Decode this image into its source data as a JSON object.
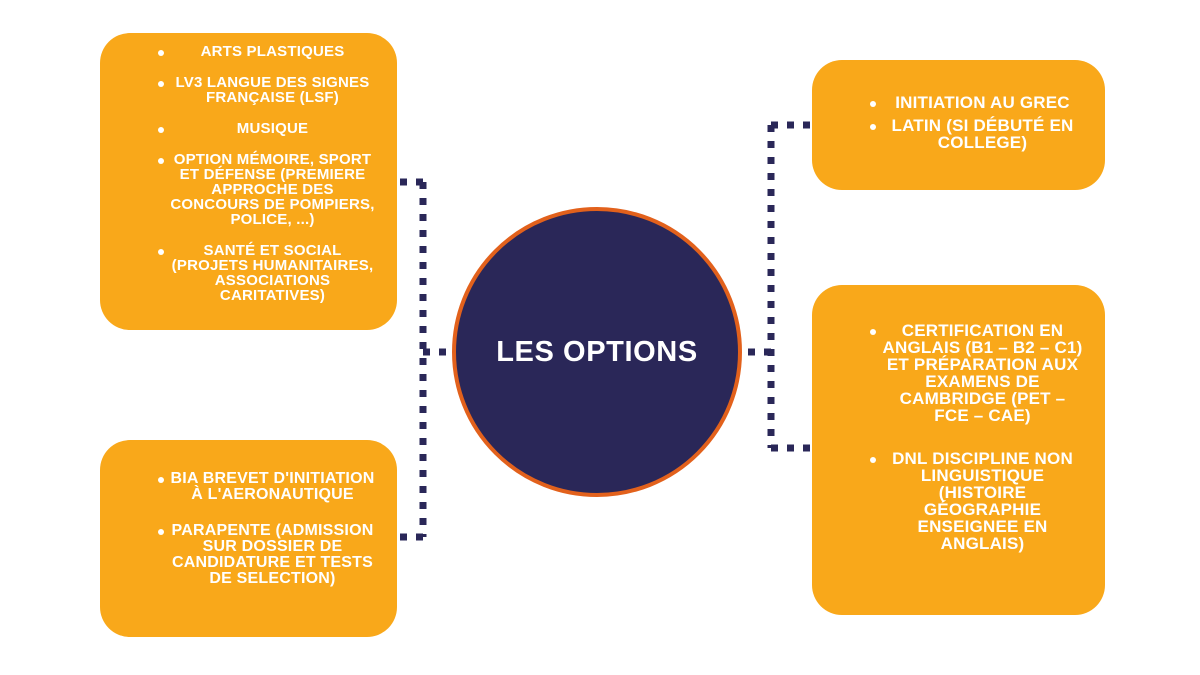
{
  "slide": {
    "title": "LES OPTIONS",
    "background_color": "#FFFFFF"
  },
  "theme": {
    "box_fill": "#F9A81A",
    "center_fill": "#2A2758",
    "center_ring": "#E2611C",
    "text_color": "#FFFFFF",
    "connector_color": "#2A2758"
  },
  "center": {
    "label": "LES OPTIONS"
  },
  "boxes": {
    "top_left": {
      "name": "options-artistiques-et-engagement",
      "items": [
        "ARTS PLASTIQUES",
        "LV3 LANGUE DES SIGNES FRANÇAISE (LSF)",
        "MUSIQUE",
        "OPTION MÉMOIRE, SPORT ET DÉFENSE (PREMIERE APPROCHE DES CONCOURS DE POMPIERS, POLICE, ...)",
        "SANTÉ ET SOCIAL (PROJETS HUMANITAIRES, ASSOCIATIONS CARITATIVES)"
      ]
    },
    "bottom_left": {
      "name": "options-aeronautique",
      "items": [
        "BIA BREVET D'INITIATION À L'AERONAUTIQUE",
        "PARAPENTE (ADMISSION SUR DOSSIER DE CANDIDATURE ET TESTS DE SELECTION)"
      ]
    },
    "top_right": {
      "name": "options-langues-anciennes",
      "items": [
        "INITIATION AU GREC",
        "LATIN (SI DÉBUTÉ EN COLLEGE)"
      ]
    },
    "bottom_right": {
      "name": "options-anglais",
      "items": [
        "CERTIFICATION EN ANGLAIS (B1 – B2 – C1) ET PRÉPARATION AUX EXAMENS DE CAMBRIDGE (PET – FCE – CAE)",
        "DNL DISCIPLINE NON LINGUISTIQUE (HISTOIRE GÉOGRAPHIE ENSEIGNEE EN ANGLAIS)"
      ]
    }
  }
}
